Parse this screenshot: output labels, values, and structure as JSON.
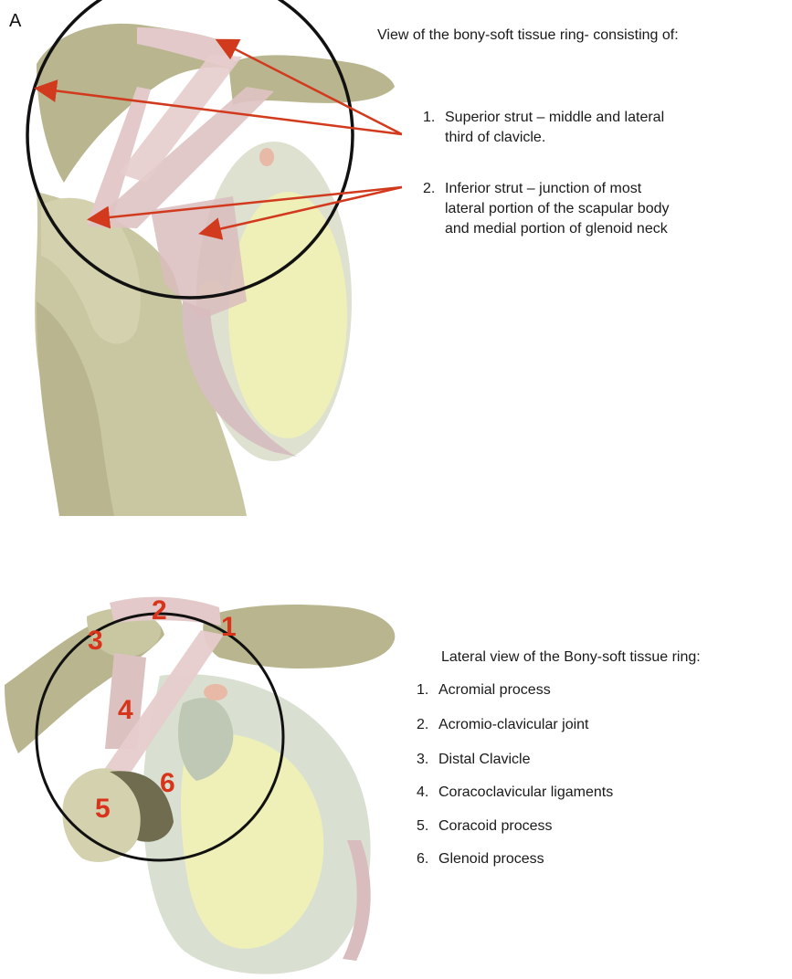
{
  "panel_label": "A",
  "top": {
    "heading": "View of the bony-soft tissue ring- consisting of:",
    "items": [
      {
        "number": "1.",
        "text": "Superior strut – middle and lateral\nthird of clavicle."
      },
      {
        "number": "2.",
        "text": "Inferior strut – junction of most\nlateral portion of the scapular body\nand medial portion of glenoid neck"
      }
    ]
  },
  "bottom": {
    "heading": "Lateral view of the Bony-soft tissue ring:",
    "items": [
      {
        "number": "1.",
        "text": "Acromial process"
      },
      {
        "number": "2.",
        "text": "Acromio-clavicular joint"
      },
      {
        "number": "3.",
        "text": "Distal Clavicle"
      },
      {
        "number": "4.",
        "text": "Coracoclavicular ligaments"
      },
      {
        "number": "5.",
        "text": "Coracoid process"
      },
      {
        "number": "6.",
        "text": "Glenoid process"
      }
    ],
    "marker_labels": [
      "1",
      "2",
      "3",
      "4",
      "5",
      "6"
    ]
  },
  "colors": {
    "bone": "#c9c6a2",
    "bone_dark": "#a9a67f",
    "ligament": "#e3c9c9",
    "glenoid": "#eef0b8",
    "arrow": "#d23a1e",
    "marker": "#d8341b"
  }
}
